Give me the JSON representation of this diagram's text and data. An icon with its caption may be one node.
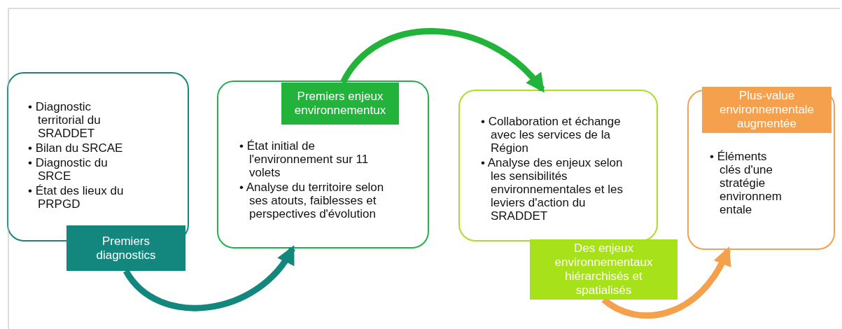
{
  "diagram": {
    "nodes": [
      {
        "text": [
          "• Diagnostic territorial du SRADDET",
          "• Bilan du SRCAE",
          "• Diagnostic du SRCE",
          "• État des lieux du PRPGD"
        ]
      },
      {
        "text": [
          "Premiers diagnostics"
        ]
      },
      {
        "text": [
          "• État initial de l'environnement sur 11 volets",
          "• Analyse du territoire selon ses atouts, faiblesses et perspectives d'évolution"
        ]
      },
      {
        "text": [
          "Premiers enjeux environnementux"
        ],
        "in": 2
      },
      {
        "text": [
          "• Collaboration et échange avec les services de la Région",
          "• Analyse des enjeux selon les sensibilités environnementales et les leviers d'action du SRADDET"
        ]
      },
      {
        "text": [
          "Des enjeux environnementaux hiérarchisés et spatialisés"
        ]
      },
      {
        "text": [
          "• Éléments clés d'une stratégie environnementale"
        ]
      },
      {
        "text": [
          "Plus-value environnementale augmentée"
        ],
        "in": 6
      }
    ],
    "edges": [
      {
        "from": 1,
        "to": 2,
        "arrow": "to",
        "color": "#13877d"
      },
      {
        "from": 3,
        "to": 4,
        "arrow": "to",
        "color": "#22b33a"
      },
      {
        "from": 5,
        "to": 6,
        "arrow": "to",
        "color": "#f5a04d"
      }
    ]
  }
}
